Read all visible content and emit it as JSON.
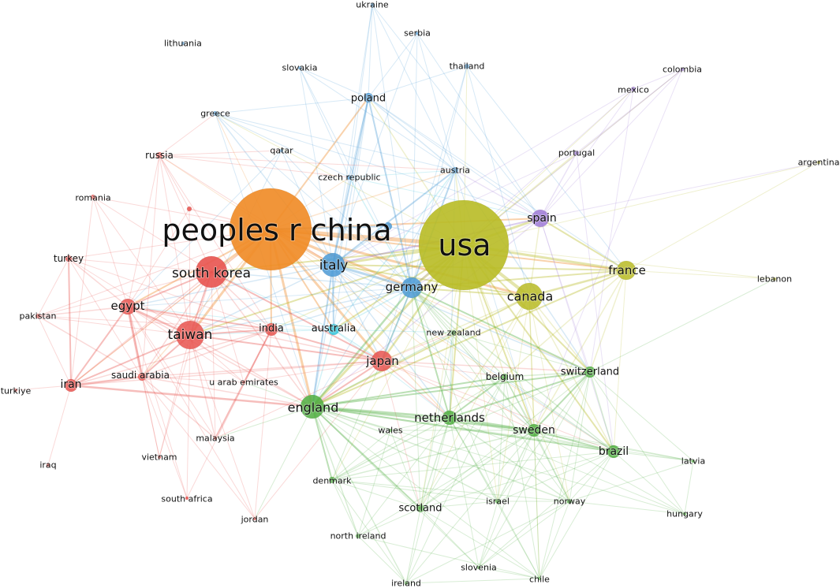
{
  "colors": {
    "cluster_red": "#e8534f",
    "cluster_orange": "#f08a24",
    "cluster_blue": "#4b9ad6",
    "cluster_yellow": "#b8bb25",
    "cluster_green": "#4fae3f",
    "cluster_purple": "#9e79d6",
    "cluster_cyan": "#35c4d9",
    "background": "#ffffff"
  },
  "network": {
    "nodes": [
      {
        "id": "peoples r china",
        "label": "peoples r china",
        "cluster": "orange"
      },
      {
        "id": "usa",
        "label": "usa",
        "cluster": "yellow"
      },
      {
        "id": "south korea",
        "label": "south korea",
        "cluster": "red"
      },
      {
        "id": "taiwan",
        "label": "taiwan",
        "cluster": "red"
      },
      {
        "id": "egypt",
        "label": "egypt",
        "cluster": "red"
      },
      {
        "id": "turkey",
        "label": "turkey",
        "cluster": "red"
      },
      {
        "id": "russia",
        "label": "russia",
        "cluster": "red"
      },
      {
        "id": "romania",
        "label": "romania",
        "cluster": "red"
      },
      {
        "id": "pakistan",
        "label": "pakistan",
        "cluster": "red"
      },
      {
        "id": "iran",
        "label": "iran",
        "cluster": "red"
      },
      {
        "id": "turkiye",
        "label": "turkiye",
        "cluster": "red"
      },
      {
        "id": "saudi arabia",
        "label": "saudi arabia",
        "cluster": "red"
      },
      {
        "id": "india",
        "label": "india",
        "cluster": "red"
      },
      {
        "id": "japan",
        "label": "japan",
        "cluster": "red"
      },
      {
        "id": "u arab emirates",
        "label": "u arab emirates",
        "cluster": "red"
      },
      {
        "id": "malaysia",
        "label": "malaysia",
        "cluster": "red"
      },
      {
        "id": "vietnam",
        "label": "vietnam",
        "cluster": "red"
      },
      {
        "id": "iraq",
        "label": "iraq",
        "cluster": "red"
      },
      {
        "id": "south africa",
        "label": "south africa",
        "cluster": "red"
      },
      {
        "id": "jordan",
        "label": "jordan",
        "cluster": "red"
      },
      {
        "id": "unlabeled-red",
        "label": "",
        "cluster": "red"
      },
      {
        "id": "italy",
        "label": "italy",
        "cluster": "blue"
      },
      {
        "id": "poland",
        "label": "poland",
        "cluster": "blue"
      },
      {
        "id": "greece",
        "label": "greece",
        "cluster": "blue"
      },
      {
        "id": "slovakia",
        "label": "slovakia",
        "cluster": "blue"
      },
      {
        "id": "ukraine",
        "label": "ukraine",
        "cluster": "blue"
      },
      {
        "id": "serbia",
        "label": "serbia",
        "cluster": "blue"
      },
      {
        "id": "thailand",
        "label": "thailand",
        "cluster": "blue"
      },
      {
        "id": "lithuania",
        "label": "lithuania",
        "cluster": "blue"
      },
      {
        "id": "qatar",
        "label": "qatar",
        "cluster": "blue"
      },
      {
        "id": "czech republic",
        "label": "czech republic",
        "cluster": "blue"
      },
      {
        "id": "austria",
        "label": "austria",
        "cluster": "blue"
      },
      {
        "id": "germany",
        "label": "germany",
        "cluster": "blue"
      },
      {
        "id": "unlabeled-blue",
        "label": "",
        "cluster": "blue"
      },
      {
        "id": "australia",
        "label": "australia",
        "cluster": "cyan"
      },
      {
        "id": "spain",
        "label": "spain",
        "cluster": "purple"
      },
      {
        "id": "mexico",
        "label": "mexico",
        "cluster": "purple"
      },
      {
        "id": "colombia",
        "label": "colombia",
        "cluster": "purple"
      },
      {
        "id": "portugal",
        "label": "portugal",
        "cluster": "purple"
      },
      {
        "id": "france",
        "label": "france",
        "cluster": "yellow"
      },
      {
        "id": "canada",
        "label": "canada",
        "cluster": "yellow"
      },
      {
        "id": "argentina",
        "label": "argentina",
        "cluster": "yellow"
      },
      {
        "id": "lebanon",
        "label": "lebanon",
        "cluster": "yellow"
      },
      {
        "id": "england",
        "label": "england",
        "cluster": "green"
      },
      {
        "id": "netherlands",
        "label": "netherlands",
        "cluster": "green"
      },
      {
        "id": "sweden",
        "label": "sweden",
        "cluster": "green"
      },
      {
        "id": "switzerland",
        "label": "switzerland",
        "cluster": "green"
      },
      {
        "id": "belgium",
        "label": "belgium",
        "cluster": "green"
      },
      {
        "id": "brazil",
        "label": "brazil",
        "cluster": "green"
      },
      {
        "id": "latvia",
        "label": "latvia",
        "cluster": "green"
      },
      {
        "id": "hungary",
        "label": "hungary",
        "cluster": "green"
      },
      {
        "id": "new zealand",
        "label": "new zealand",
        "cluster": "green"
      },
      {
        "id": "wales",
        "label": "wales",
        "cluster": "green"
      },
      {
        "id": "denmark",
        "label": "denmark",
        "cluster": "green"
      },
      {
        "id": "scotland",
        "label": "scotland",
        "cluster": "green"
      },
      {
        "id": "israel",
        "label": "israel",
        "cluster": "green"
      },
      {
        "id": "norway",
        "label": "norway",
        "cluster": "green"
      },
      {
        "id": "north ireland",
        "label": "north ireland",
        "cluster": "green"
      },
      {
        "id": "slovenia",
        "label": "slovenia",
        "cluster": "green"
      },
      {
        "id": "ireland",
        "label": "ireland",
        "cluster": "green"
      },
      {
        "id": "chile",
        "label": "chile",
        "cluster": "green"
      }
    ]
  }
}
